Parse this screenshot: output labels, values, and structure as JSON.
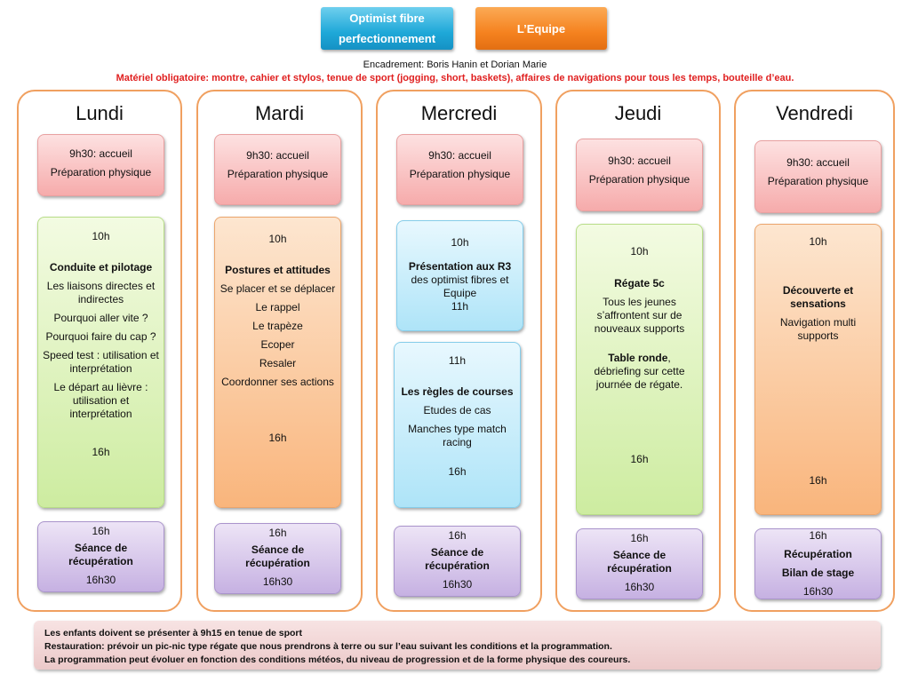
{
  "header": {
    "btn_blue_l1": "Optimist fibre",
    "btn_blue_l2": "perfectionnement",
    "btn_orange": "L’Equipe",
    "encadrement": "Encadrement: Boris Hanin et Dorian Marie",
    "materiel": "Matériel obligatoire: montre, cahier et stylos, tenue de sport (jogging, short, baskets), affaires de navigations pour tous les temps, bouteille d’eau."
  },
  "days": {
    "lundi": {
      "title": "Lundi",
      "morning": [
        "9h30: accueil",
        "Préparation physique"
      ],
      "main": {
        "start": "10h",
        "heading": "Conduite et pilotage",
        "items": [
          "Les liaisons directes et indirectes",
          "Pourquoi  aller vite ?",
          "Pourquoi  faire du cap ?",
          "Speed test : utilisation et interprétation",
          "Le départ au lièvre : utilisation et interprétation"
        ],
        "end": "16h"
      },
      "recovery": {
        "start": "16h",
        "title": "Séance de récupération",
        "end": "16h30"
      }
    },
    "mardi": {
      "title": "Mardi",
      "morning": [
        "9h30: accueil",
        "Préparation physique"
      ],
      "main": {
        "start": "10h",
        "heading": "Postures et attitudes",
        "items": [
          "Se placer et se déplacer",
          "Le rappel",
          "Le trapèze",
          "Ecoper",
          "Resaler",
          "Coordonner  ses actions"
        ],
        "end": "16h"
      },
      "recovery": {
        "start": "16h",
        "title": "Séance de récupération",
        "end": "16h30"
      }
    },
    "mercredi": {
      "title": "Mercredi",
      "morning": [
        "9h30: accueil",
        "Préparation physique"
      ],
      "main1": {
        "start": "10h",
        "heading": "Présentation aux R3",
        "text": "des optimist fibres et Equipe",
        "end": "11h"
      },
      "main2": {
        "start": "11h",
        "heading": "Les règles de courses",
        "items": [
          "Etudes de cas",
          "Manches type match racing"
        ],
        "end": "16h"
      },
      "recovery": {
        "start": "16h",
        "title": "Séance de récupération",
        "end": "16h30"
      }
    },
    "jeudi": {
      "title": "Jeudi",
      "morning": [
        "9h30: accueil",
        "Préparation physique"
      ],
      "main": {
        "start": "10h",
        "heading": "Régate 5c",
        "text1": "Tous les jeunes s’affrontent sur de nouveaux supports",
        "heading2": "Table ronde",
        "text2": "débriefing sur cette journée de régate.",
        "end": "16h"
      },
      "recovery": {
        "start": "16h",
        "title": "Séance de récupération",
        "end": "16h30"
      }
    },
    "vendredi": {
      "title": "Vendredi",
      "morning": [
        "9h30: accueil",
        "Préparation physique"
      ],
      "main": {
        "start": "10h",
        "heading": "Découverte et sensations",
        "text": "Navigation multi supports",
        "end": "16h"
      },
      "recovery": {
        "start": "16h",
        "title1": "Récupération",
        "title2": "Bilan de stage",
        "end": "16h30"
      }
    }
  },
  "footer": [
    "Les enfants doivent se présenter à 9h15 en tenue de sport",
    "Restauration: prévoir un pic-nic type régate que nous prendrons à terre ou sur l’eau suivant les conditions et la programmation.",
    "La programmation peut évoluer en fonction des conditions météos, du niveau de progression et de la forme physique des coureurs."
  ]
}
